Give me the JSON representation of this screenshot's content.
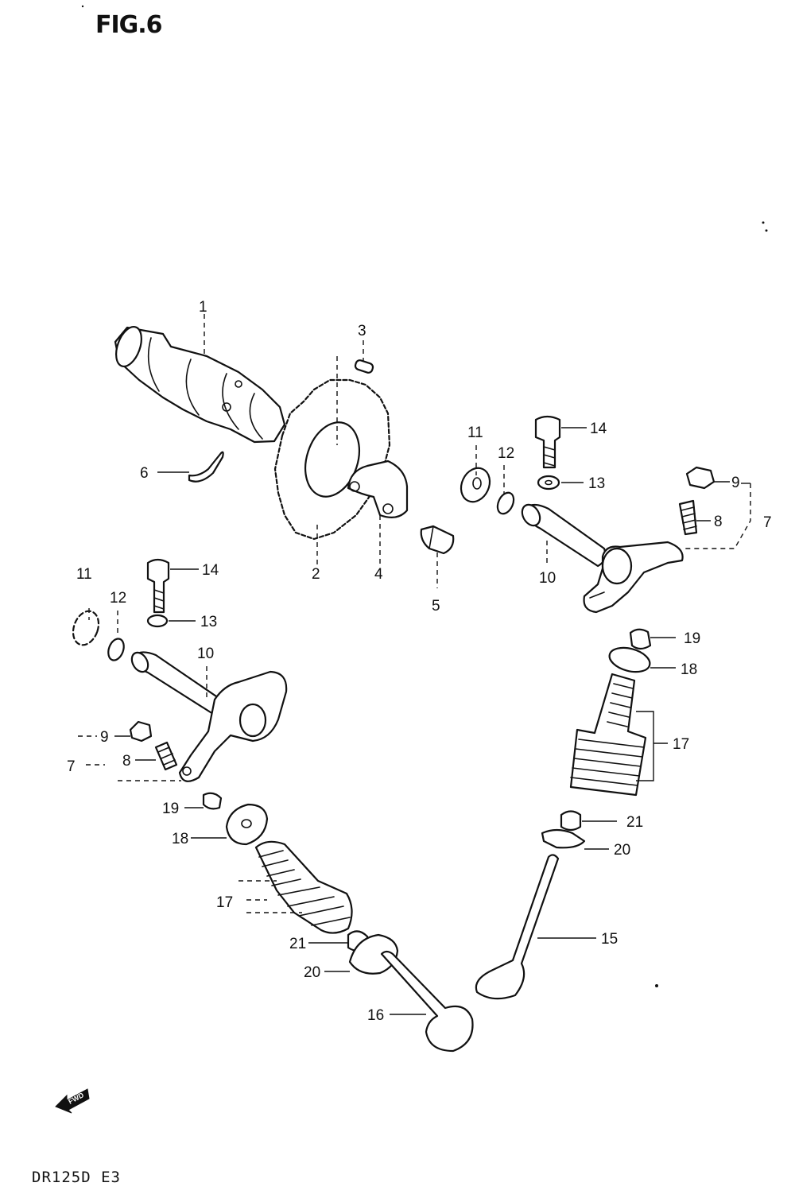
{
  "figure": {
    "title": "FIG.6",
    "model_code": "DR125D  E3",
    "fwd_label": "FWD"
  },
  "callouts": {
    "n1": "1",
    "n2": "2",
    "n3": "3",
    "n4": "4",
    "n5": "5",
    "n6": "6",
    "n7a": "7",
    "n7b": "7",
    "n8a": "8",
    "n8b": "8",
    "n9a": "9",
    "n9b": "9",
    "n10a": "10",
    "n10b": "10",
    "n11a": "11",
    "n11b": "11",
    "n12a": "12",
    "n12b": "12",
    "n13a": "13",
    "n13b": "13",
    "n14a": "14",
    "n14b": "14",
    "n15": "15",
    "n16": "16",
    "n17a": "17",
    "n17b": "17",
    "n18a": "18",
    "n18b": "18",
    "n19a": "19",
    "n19b": "19",
    "n20a": "20",
    "n20b": "20",
    "n21a": "21",
    "n21b": "21"
  }
}
